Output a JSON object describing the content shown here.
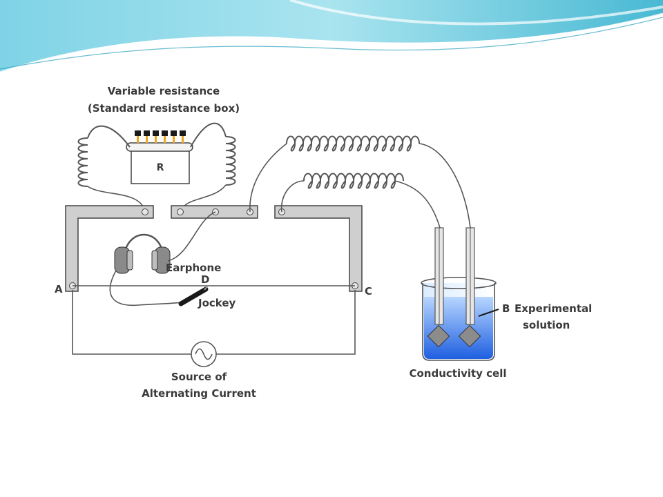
{
  "labels": {
    "resistance_title": "Variable resistance",
    "resistance_subtitle": "(Standard resistance box)",
    "resistor": "R",
    "earphone": "Earphone",
    "point_d": "D",
    "jockey": "Jockey",
    "point_a": "A",
    "point_c": "C",
    "point_b": "B",
    "experimental_1": "Experimental",
    "experimental_2": "solution",
    "conductivity_cell": "Conductivity cell",
    "source_1": "Source of",
    "source_2": "Alternating Current"
  },
  "colors": {
    "header_light": "#d7f3f7",
    "header_mid": "#8fd9e8",
    "header_dark": "#3fb3cf",
    "solution_top": "#9fc7ff",
    "solution_bottom": "#1f5fe0",
    "plug": "#1a1a1a",
    "plug_pin": "#f2a51a"
  },
  "icons": {
    "ac_source": "sine-wave-icon",
    "earphone": "headphones-icon"
  }
}
